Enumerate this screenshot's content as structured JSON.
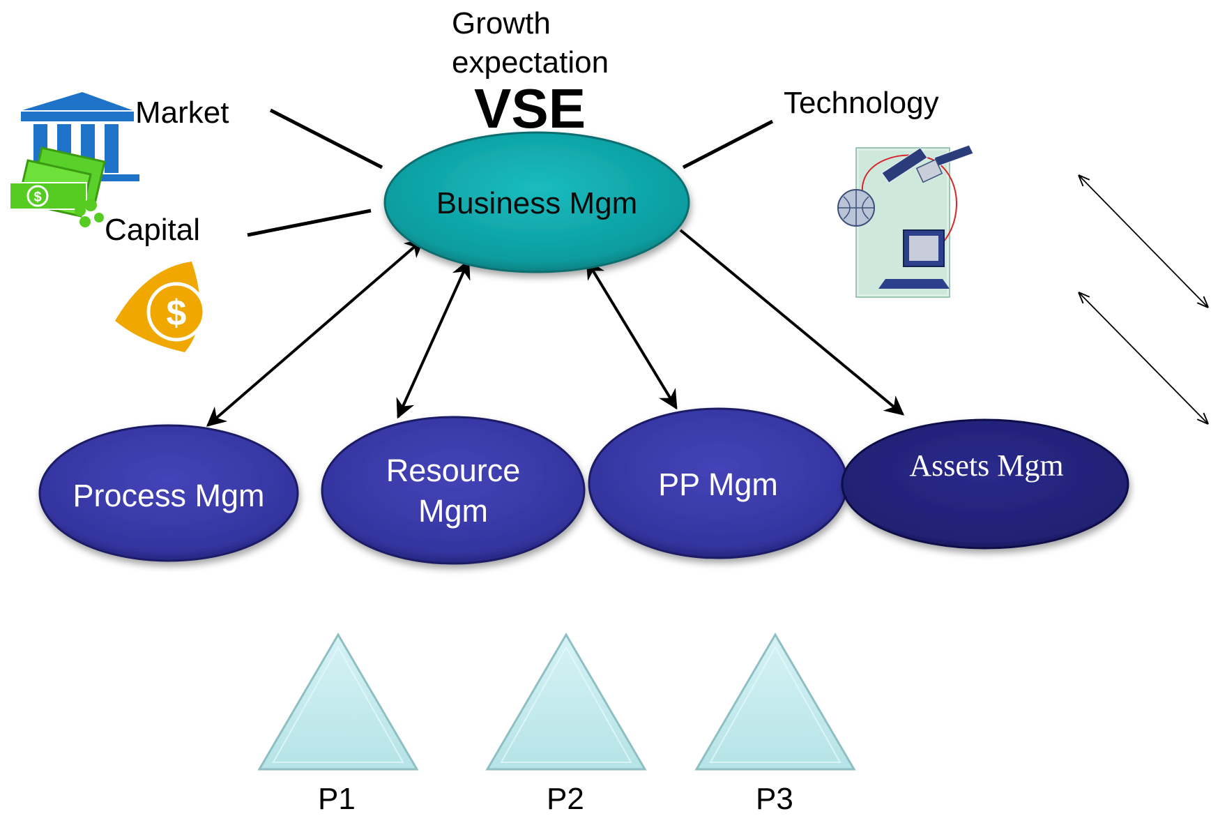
{
  "header": {
    "growth_line1": "Growth",
    "growth_line2": "expectation",
    "vse": "VSE"
  },
  "factors": {
    "market": "Market",
    "capital": "Capital",
    "technology": "Technology"
  },
  "nodes": {
    "business": "Business Mgm",
    "process": "Process Mgm",
    "resource_line1": "Resource",
    "resource_line2": "Mgm",
    "pp": "PP Mgm",
    "assets": "Assets Mgm"
  },
  "projects": [
    "P1",
    "P2",
    "P3"
  ],
  "colors": {
    "business_fill": "#0fa3a6",
    "mgmt_fill": "#3a3aa6",
    "assets_fill": "#23237a",
    "triangle_fill": "#c4ecef",
    "line": "#000000"
  },
  "icons": [
    "bank-money-icon",
    "dollar-coin-icon",
    "satellite-computer-icon"
  ]
}
